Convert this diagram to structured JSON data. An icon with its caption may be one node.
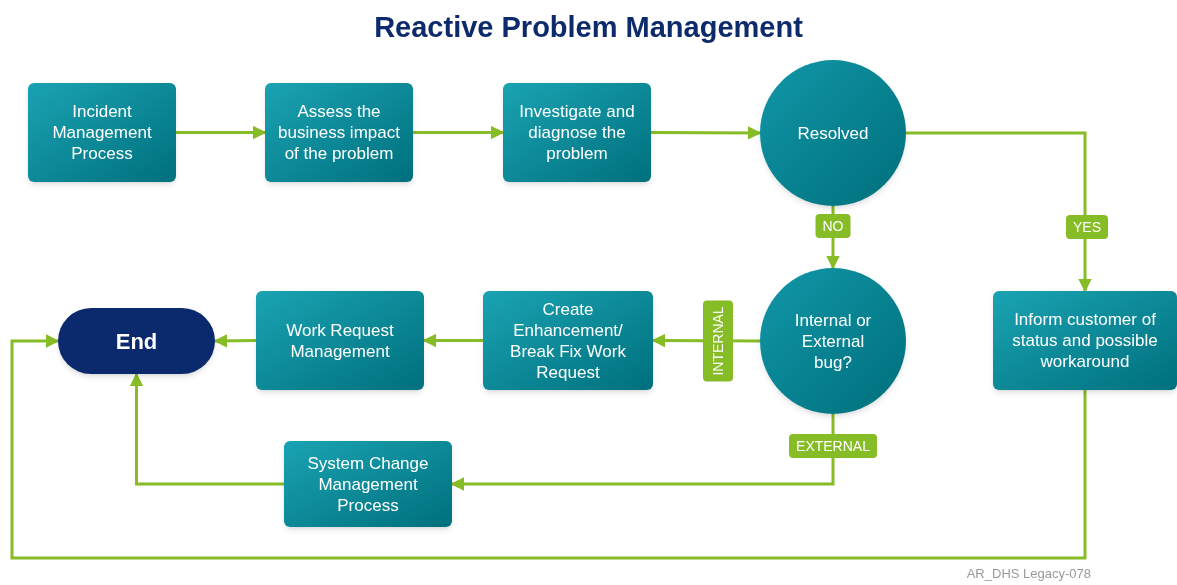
{
  "diagram": {
    "title": "Reactive Problem Management",
    "nodes": [
      {
        "text": [
          "Incident Management Process"
        ]
      },
      {
        "text": [
          "Assess the business impact of the problem"
        ]
      },
      {
        "text": [
          "Investigate and diagnose the problem"
        ]
      },
      {
        "text": [
          "Resolved"
        ]
      },
      {
        "text": [
          "Internal or External bug?"
        ]
      },
      {
        "text": [
          "Inform customer of status and possible workaround"
        ]
      },
      {
        "text": [
          "Create Enhancement/ Break Fix Work Request"
        ]
      },
      {
        "text": [
          "Work Request Management"
        ]
      },
      {
        "text": [
          "End"
        ]
      },
      {
        "text": [
          "System Change Management Process"
        ]
      }
    ],
    "edges": [
      {
        "from": 0,
        "to": 1,
        "arrow": "to"
      },
      {
        "from": 1,
        "to": 2,
        "arrow": "to"
      },
      {
        "from": 2,
        "to": 3,
        "arrow": "to"
      },
      {
        "from": 3,
        "to": 4,
        "arrow": "to",
        "label": "NO"
      },
      {
        "from": 3,
        "to": 5,
        "arrow": "to",
        "label": "YES"
      },
      {
        "from": 4,
        "to": 6,
        "arrow": "to",
        "label": "INTERNAL"
      },
      {
        "from": 6,
        "to": 7,
        "arrow": "to"
      },
      {
        "from": 7,
        "to": 8,
        "arrow": "to"
      },
      {
        "from": 4,
        "to": 9,
        "arrow": "to",
        "label": "EXTERNAL"
      },
      {
        "from": 9,
        "to": 8,
        "arrow": "to"
      },
      {
        "from": 5,
        "to": 8,
        "arrow": "to"
      }
    ],
    "labels": [
      "AR_DHS Legacy-078"
    ]
  }
}
